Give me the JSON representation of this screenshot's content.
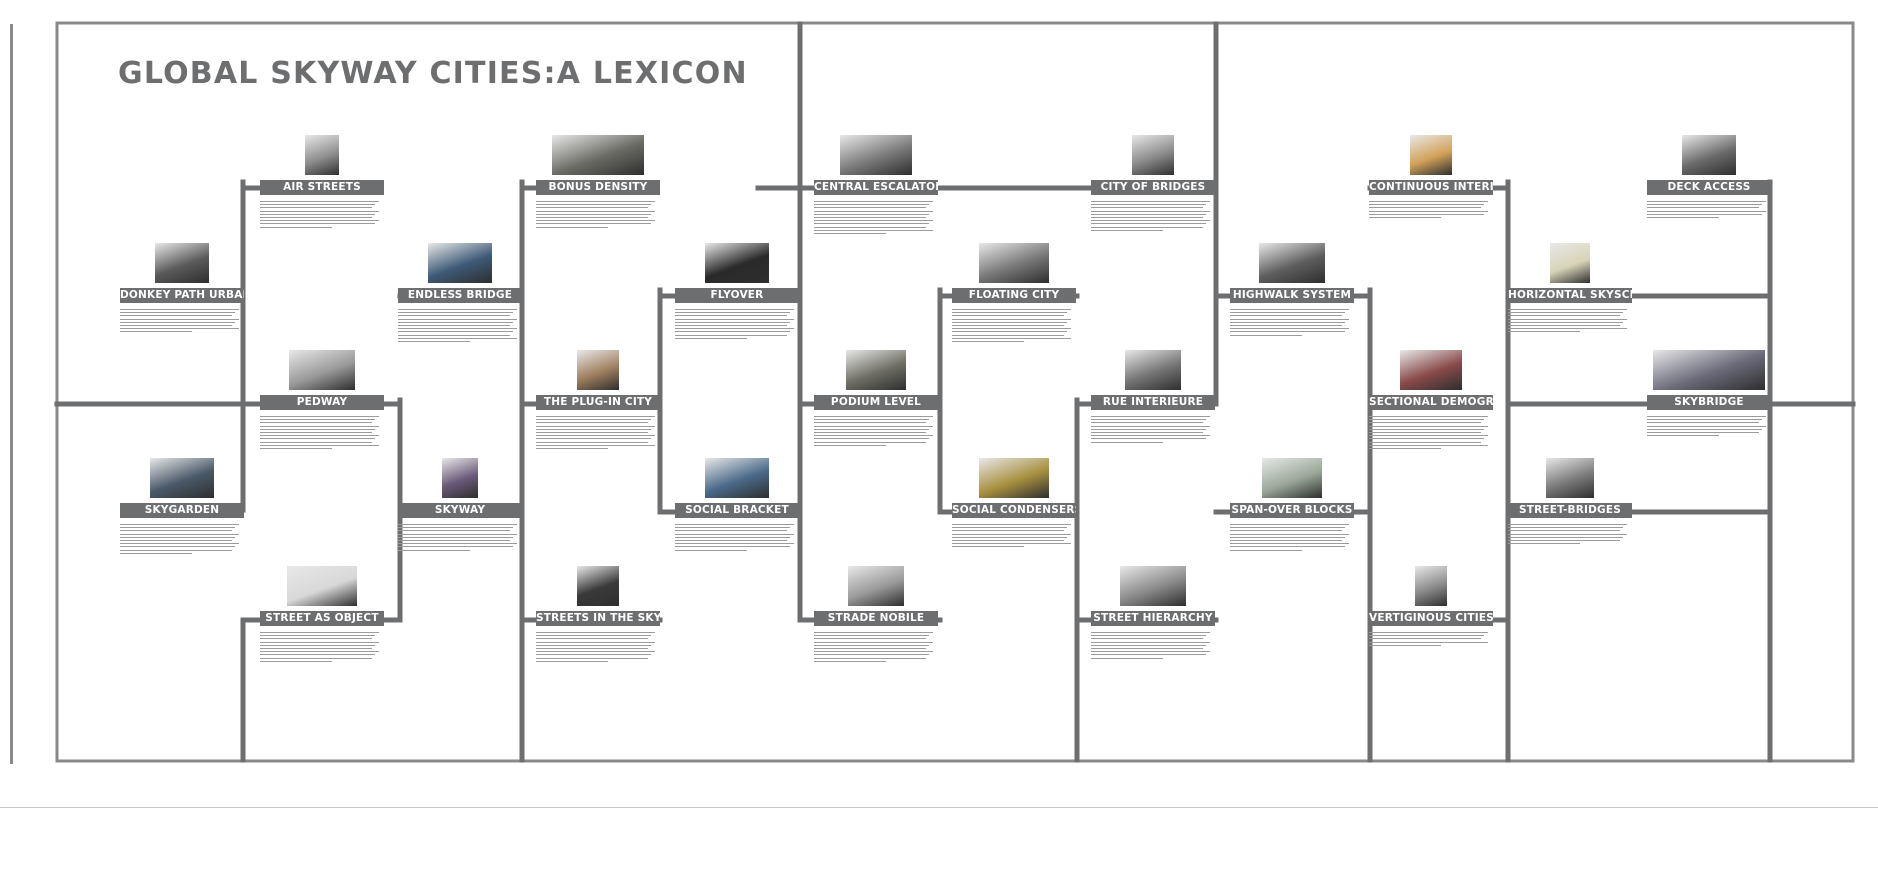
{
  "title": "GLOBAL SKYWAY CITIES:A LEXICON",
  "colors": {
    "frame": "#8a8a8a",
    "connector": "#6d6e70",
    "label_bg": "#6d6e70",
    "label_text": "#ffffff",
    "title": "#6d6e70"
  },
  "entries": [
    {
      "label": "AIR STREETS",
      "thumb": "#8f8f8f"
    },
    {
      "label": "BONUS DENSITY",
      "thumb": "#6a6a64"
    },
    {
      "label": "CENTRAL ESCALATOR",
      "thumb": "#7a7a7a"
    },
    {
      "label": "CITY OF BRIDGES",
      "thumb": "#8a8a8a"
    },
    {
      "label": "CONTINUOUS INTERIOR",
      "thumb": "#d2a25a"
    },
    {
      "label": "DECK ACCESS",
      "thumb": "#6a6a6a"
    },
    {
      "label": "DONKEY PATH URBANISM",
      "thumb": "#5a5a5a"
    },
    {
      "label": "ENDLESS BRIDGE",
      "thumb": "#3e5a78"
    },
    {
      "label": "FLYOVER",
      "thumb": "#2a2a2a"
    },
    {
      "label": "FLOATING CITY",
      "thumb": "#777777"
    },
    {
      "label": "HIGHWALK SYSTEM",
      "thumb": "#5e5e5e"
    },
    {
      "label": "HORIZONTAL SKYSCRAPER",
      "thumb": "#d8d4b8"
    },
    {
      "label": "PEDWAY",
      "thumb": "#9a9a9a"
    },
    {
      "label": "THE PLUG-IN CITY",
      "thumb": "#a08060"
    },
    {
      "label": "PODIUM LEVEL",
      "thumb": "#6e6e64"
    },
    {
      "label": "RUE INTERIEURE",
      "thumb": "#747474"
    },
    {
      "label": "SECTIONAL DEMOGRAPHICS",
      "thumb": "#8a4a4a"
    },
    {
      "label": "SKYBRIDGE",
      "thumb": "#6a6a7a"
    },
    {
      "label": "SKYGARDEN",
      "thumb": "#4a5a6a"
    },
    {
      "label": "SKYWAY",
      "thumb": "#6a5a7a"
    },
    {
      "label": "SOCIAL BRACKET",
      "thumb": "#4a6a8a"
    },
    {
      "label": "SOCIAL CONDENSERS",
      "thumb": "#a89040"
    },
    {
      "label": "SPAN-OVER BLOCKS",
      "thumb": "#9aa89a"
    },
    {
      "label": "STREET-BRIDGES",
      "thumb": "#7a7a7a"
    },
    {
      "label": "STREET AS OBJECT",
      "thumb": "#d8d8d8"
    },
    {
      "label": "STREETS IN THE SKY",
      "thumb": "#3a3a3a"
    },
    {
      "label": "STRADE NOBILE",
      "thumb": "#9a9a9a"
    },
    {
      "label": "STREET HIERARCHY",
      "thumb": "#8a8a8a"
    },
    {
      "label": "VERTIGINOUS CITIES",
      "thumb": "#8a8a8a"
    }
  ]
}
